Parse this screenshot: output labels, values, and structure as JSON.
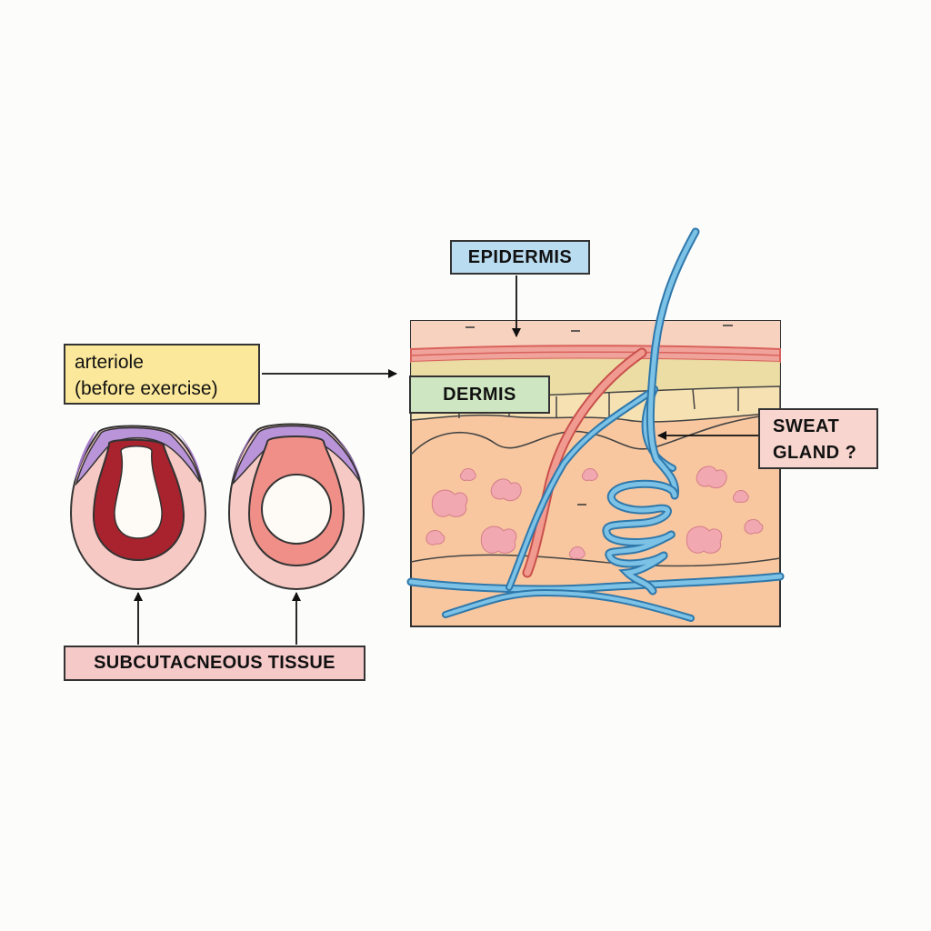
{
  "labels": {
    "arteriole_line1": "arteriole",
    "arteriole_line2": "(before exercise)",
    "epidermis": "EPIDERMIS",
    "dermis": "DERMIS",
    "sweat_gland_line1": "SWEAT",
    "sweat_gland_line2": "GLAND ?",
    "subcutaneous": "SUBCUTACNEOUS TISSUE"
  },
  "colors": {
    "epidermis_box": "#b9dcf0",
    "dermis_box": "#cfe6c2",
    "arteriole_box": "#fbe89a",
    "sweat_gland_box": "#f8d6cf",
    "subcutaneous_box": "#f6c9c9",
    "vessel_blue": "#6cb8e0",
    "vessel_red": "#e8887e",
    "constricted_wall": "#a8232e",
    "dilated_wall": "#ef8f88"
  }
}
